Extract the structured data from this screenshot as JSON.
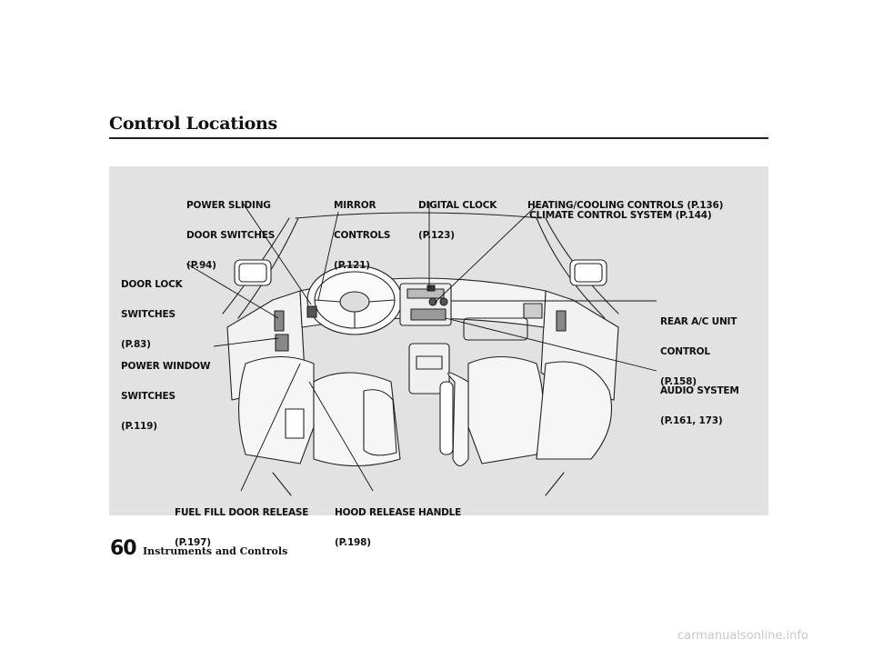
{
  "page": {
    "title": "Control Locations",
    "page_number": "60",
    "section": "Instruments and Controls",
    "watermark": "carmanualsonline.info"
  },
  "callouts": {
    "power_sliding_door": {
      "line1": "POWER SLIDING",
      "line2": "DOOR SWITCHES",
      "ref": "(P.94)"
    },
    "mirror_controls": {
      "line1": "MIRROR",
      "line2": "CONTROLS",
      "ref": "(P.121)"
    },
    "digital_clock": {
      "line1": "DIGITAL CLOCK",
      "ref": "(P.123)"
    },
    "heating_cooling": {
      "line1": "HEATING/COOLING CONTROLS",
      "ref": "(P.136)"
    },
    "climate_control": {
      "line1": "CLIMATE CONTROL SYSTEM",
      "ref": "(P.144)"
    },
    "door_lock": {
      "line1": "DOOR LOCK",
      "line2": "SWITCHES",
      "ref": "(P.83)"
    },
    "power_window": {
      "line1": "POWER WINDOW",
      "line2": "SWITCHES",
      "ref": "(P.119)"
    },
    "rear_ac": {
      "line1": "REAR A/C UNIT",
      "line2": "CONTROL",
      "ref": "(P.158)"
    },
    "audio_system": {
      "line1": "AUDIO SYSTEM",
      "ref": "(P.161, 173)"
    },
    "fuel_fill": {
      "line1": "FUEL FILL DOOR RELEASE",
      "ref": "(P.197)"
    },
    "hood_release": {
      "line1": "HOOD RELEASE HANDLE",
      "ref": "(P.198)"
    }
  },
  "colors": {
    "panel": "#e2e2e2",
    "ink": "#111111",
    "watermark": "#c8c8c8"
  }
}
